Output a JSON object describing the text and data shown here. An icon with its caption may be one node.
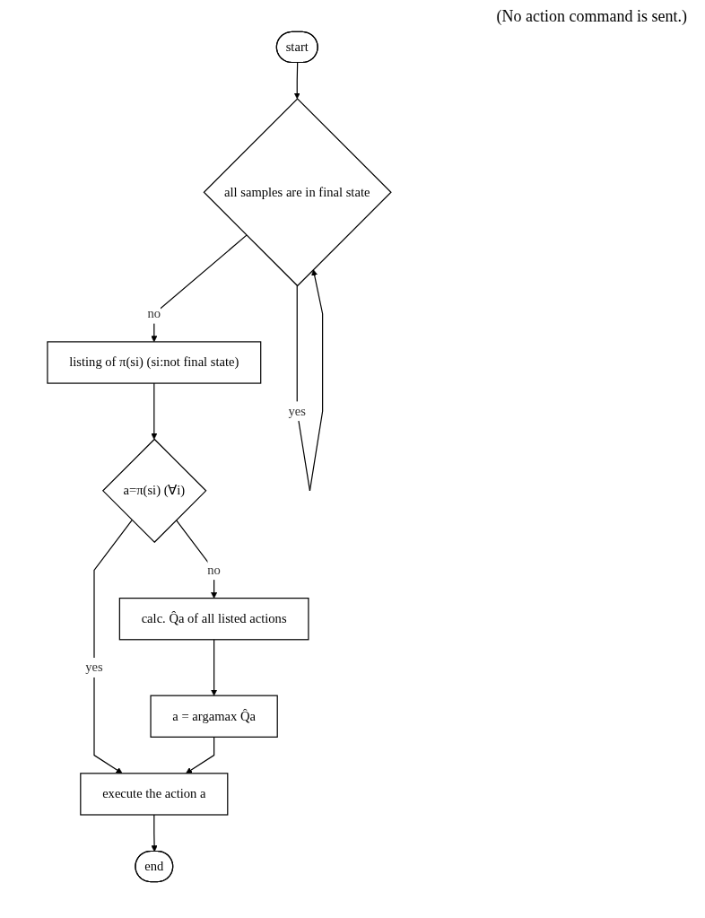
{
  "diagram": {
    "nodes": [
      {
        "text": [
          "start"
        ]
      },
      {
        "text": [
          "all samples are in final state"
        ]
      },
      {
        "text": [
          "listing of π(si) (si:not final state)"
        ]
      },
      {
        "text": [
          "a=π(si) (∀i)"
        ]
      },
      {
        "text": [
          "calc. Q̂a of all listed actions"
        ]
      },
      {
        "text": [
          "a = argamax Q̂a"
        ]
      },
      {
        "text": [
          "execute the action a"
        ]
      },
      {
        "text": [
          "end"
        ]
      }
    ],
    "edges": [
      {
        "from": 0,
        "to": 1,
        "arrow": "to"
      },
      {
        "from": 1,
        "to": 1,
        "arrow": "to",
        "label": "yes"
      },
      {
        "from": 1,
        "to": 2,
        "arrow": "to",
        "label": "no"
      },
      {
        "from": 2,
        "to": 3,
        "arrow": "to"
      },
      {
        "from": 3,
        "to": 6,
        "arrow": "to",
        "label": "yes"
      },
      {
        "from": 3,
        "to": 4,
        "arrow": "to",
        "label": "no"
      },
      {
        "from": 4,
        "to": 5,
        "arrow": "to"
      },
      {
        "from": 5,
        "to": 6,
        "arrow": "to"
      },
      {
        "from": 6,
        "to": 7,
        "arrow": "to"
      }
    ],
    "labels": [
      "(No action command is sent.)"
    ]
  }
}
